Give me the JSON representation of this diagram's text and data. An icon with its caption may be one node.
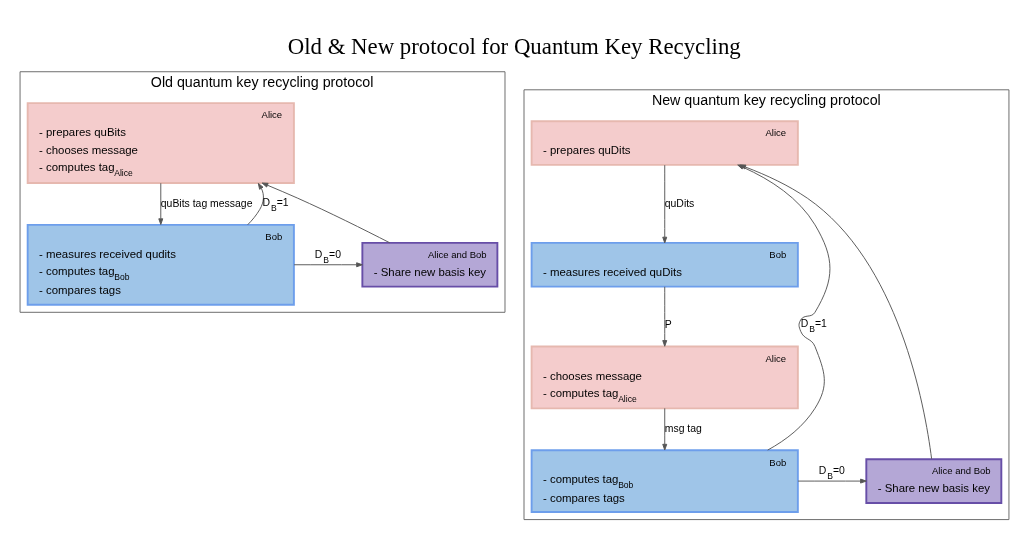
{
  "diagram": {
    "title": "Old & New protocol for Quantum Key Recycling",
    "nodes": [
      {
        "text": [
          "Old quantum key recycling protocol"
        ]
      },
      {
        "text": [
          "Alice",
          "- prepares quBits",
          "- chooses message",
          "- computes tag$_{Alice}$"
        ],
        "in": 0
      },
      {
        "text": [
          "Bob",
          "- measures received qudits",
          "- computes tag$_{Bob}$",
          "- compares tags"
        ],
        "in": 0
      },
      {
        "text": [
          "Alice and Bob",
          "- Share new basis key"
        ],
        "in": 0
      },
      {
        "text": [
          "New quantum key recycling protocol"
        ]
      },
      {
        "text": [
          "Alice",
          "- prepares quDits"
        ],
        "in": 4
      },
      {
        "text": [
          "Bob",
          "- measures received quDits"
        ],
        "in": 4
      },
      {
        "text": [
          "Alice",
          "- chooses message",
          "- computes tag$_{Alice}$"
        ],
        "in": 4
      },
      {
        "text": [
          "Bob",
          "- computes tag$_{Bob}$",
          "- compares tags"
        ],
        "in": 4
      },
      {
        "text": [
          "Alice and Bob",
          "- Share new basis key"
        ],
        "in": 4
      }
    ],
    "edges": [
      {
        "from": 1,
        "to": 2,
        "arrow": "to",
        "label": "quBits tag message"
      },
      {
        "from": 2,
        "to": 1,
        "arrow": "to",
        "label": "D$_{B}$=1"
      },
      {
        "from": 2,
        "to": 3,
        "arrow": "to",
        "label": "D$_{B}$=0"
      },
      {
        "from": 3,
        "to": 1,
        "arrow": "to"
      },
      {
        "from": 5,
        "to": 6,
        "arrow": "to",
        "label": "quDits"
      },
      {
        "from": 6,
        "to": 7,
        "arrow": "to",
        "label": "P"
      },
      {
        "from": 7,
        "to": 8,
        "arrow": "to",
        "label": "msg tag"
      },
      {
        "from": 8,
        "to": 5,
        "arrow": "to",
        "label": "D$_{B}$=1"
      },
      {
        "from": 8,
        "to": 9,
        "arrow": "to",
        "label": "D$_{B}$=0"
      },
      {
        "from": 9,
        "to": 5,
        "arrow": "to"
      }
    ]
  }
}
